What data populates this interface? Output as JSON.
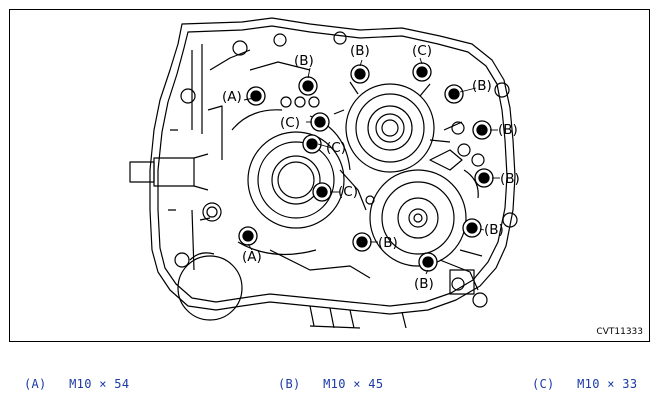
{
  "figure": {
    "code": "CVT11333",
    "callouts": [
      "(A)",
      "(B)",
      "(C)"
    ]
  },
  "legend": [
    {
      "key": "(A)",
      "spec": "M10 × 54"
    },
    {
      "key": "(B)",
      "spec": "M10 × 45"
    },
    {
      "key": "(C)",
      "spec": "M10 × 33"
    }
  ],
  "colors": {
    "line": "#000000",
    "legend_text": "#1a3aa6"
  }
}
